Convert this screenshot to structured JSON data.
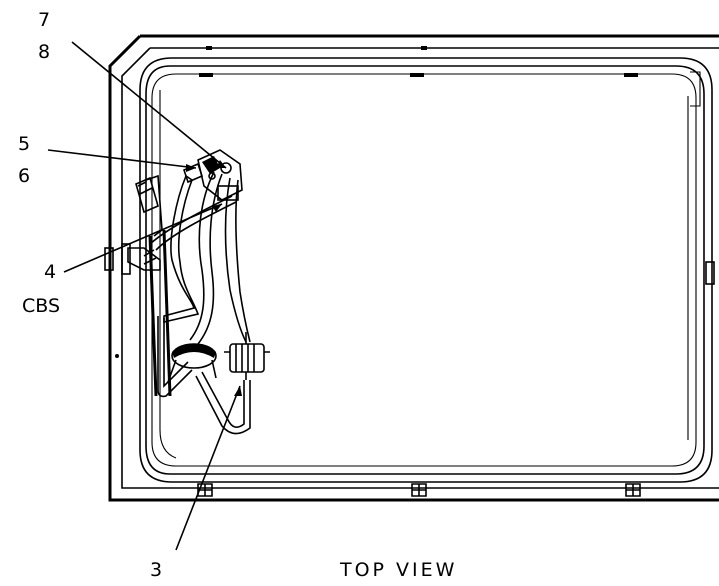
{
  "labels": {
    "callout_7": "7",
    "callout_8": "8",
    "callout_5": "5",
    "callout_6": "6",
    "callout_4": "4",
    "callout_cbs": "CBS",
    "callout_3": "3",
    "view_title": "TOP VIEW"
  }
}
